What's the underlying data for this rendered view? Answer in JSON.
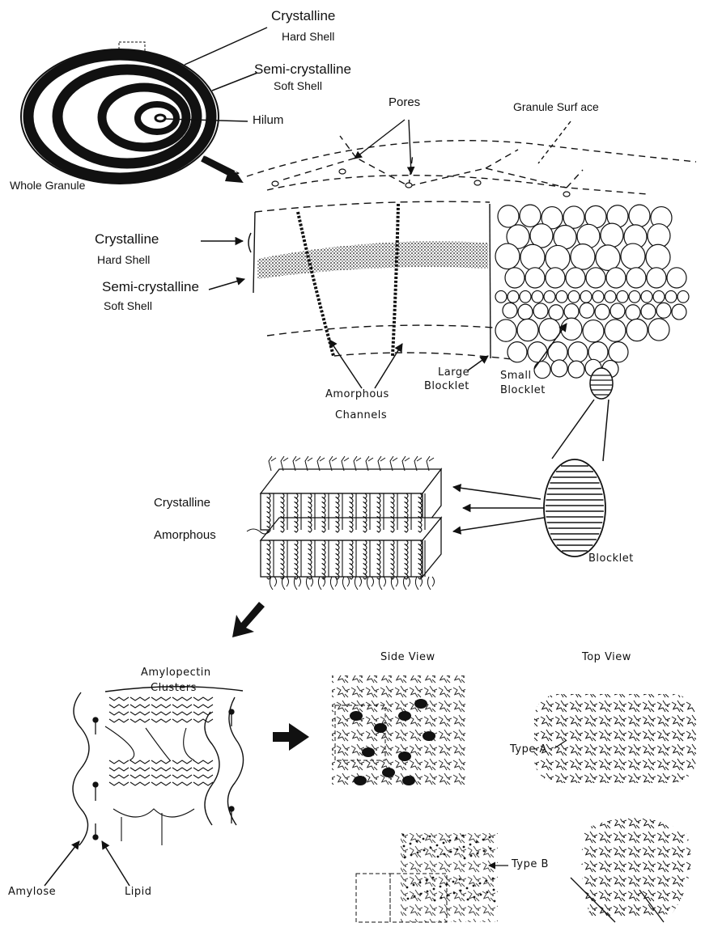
{
  "granule": {
    "crystalline": "Crystalline",
    "hard_shell": "Hard  Shell",
    "semi_crystalline": "Semi-crystalline",
    "soft_shell": "Soft  Shell",
    "hilum": "Hilum",
    "whole_granule": "Whole  Granule"
  },
  "section": {
    "pores": "Pores",
    "granule_surface": "Granule  Surf ace",
    "crystalline": "Crystalline",
    "hard_shell": "Hard  Shell",
    "semi_crystalline": "Semi-crystalline",
    "soft_shell": "Soft  Shell",
    "amorphous": "Amorphous",
    "channels": "Channels",
    "large": "Large",
    "large_blocklet": "Blocklet",
    "small": "Small",
    "small_blocklet": "Blocklet"
  },
  "blocklet": {
    "crystalline": "Crystalline",
    "amorphous": "Amorphous",
    "blocklet": "Blocklet"
  },
  "molecular": {
    "amylopectin": "Amylopectin",
    "clusters": "Clusters",
    "amylose": "Amylose",
    "lipid": "Lipid",
    "side_view": "Side  View",
    "top_view": "Top  View",
    "type_a": "Type  A",
    "type_b": "Type  B"
  },
  "colors": {
    "ink": "#111111",
    "paper": "#ffffff"
  }
}
